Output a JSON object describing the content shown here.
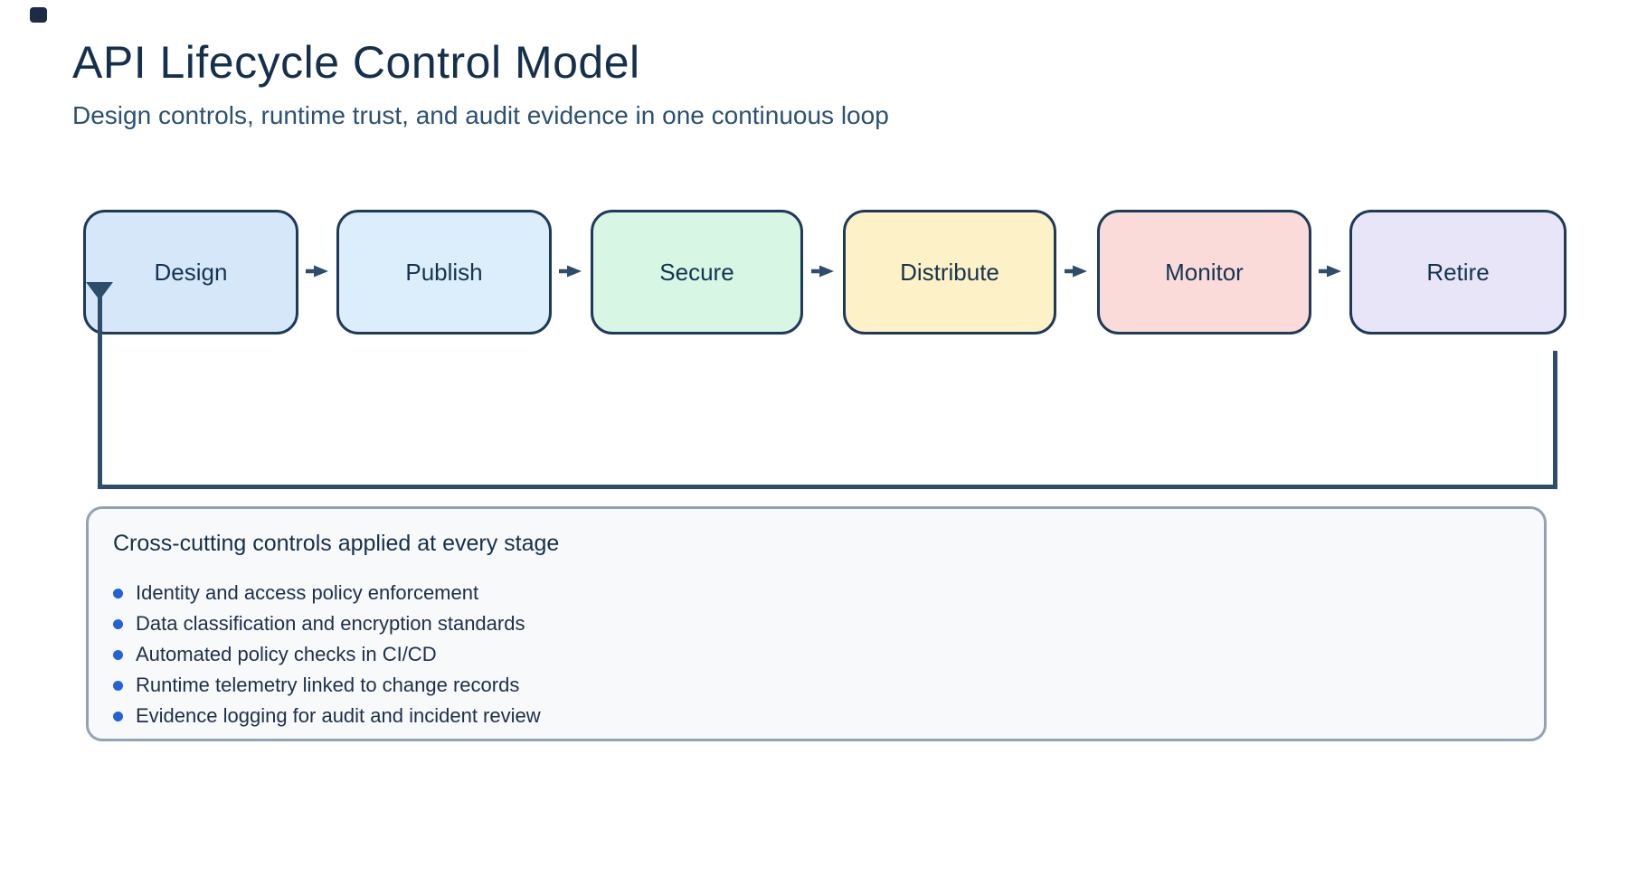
{
  "header": {
    "title": "API Lifecycle Control Model",
    "subtitle": "Design controls, runtime trust, and audit evidence in one continuous loop"
  },
  "diagram": {
    "stages": [
      {
        "label": "Design",
        "fill": "#d6e7f9"
      },
      {
        "label": "Publish",
        "fill": "#dcedfb"
      },
      {
        "label": "Secure",
        "fill": "#d7f6e4"
      },
      {
        "label": "Distribute",
        "fill": "#fdf1c7"
      },
      {
        "label": "Monitor",
        "fill": "#fbdbd9"
      },
      {
        "label": "Retire",
        "fill": "#e8e5f8"
      }
    ],
    "colors": {
      "node_border": "#1d3a5a",
      "node_label": "#143450",
      "connector": "#2e4d6b"
    }
  },
  "panel": {
    "heading": "Cross-cutting controls applied at every stage",
    "items": [
      "Identity and access policy enforcement",
      "Data classification and encryption standards",
      "Automated policy checks in CI/CD",
      "Runtime telemetry linked to change records",
      "Evidence logging for audit and incident review"
    ],
    "colors": {
      "bullet": "#2462d9",
      "panel_border": "#93a1b7",
      "panel_bg": "#f8f9fb"
    }
  }
}
